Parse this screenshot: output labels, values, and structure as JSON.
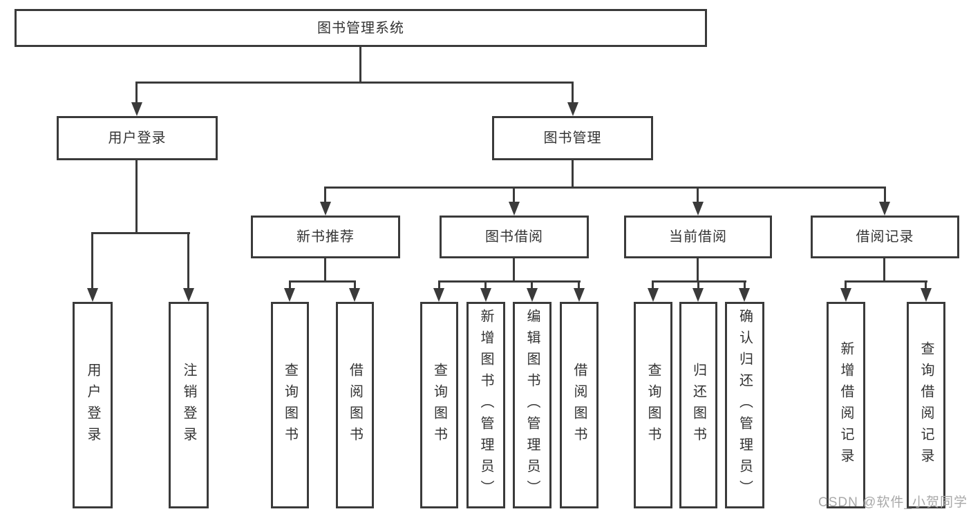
{
  "root": {
    "label": "图书管理系统"
  },
  "branches": [
    {
      "label": "用户登录",
      "children": [
        {
          "label": "用户登录"
        },
        {
          "label": "注销登录"
        }
      ]
    },
    {
      "label": "图书管理",
      "children": [
        {
          "label": "新书推荐",
          "children": [
            {
              "label": "查询图书"
            },
            {
              "label": "借阅图书"
            }
          ]
        },
        {
          "label": "图书借阅",
          "children": [
            {
              "label": "查询图书"
            },
            {
              "label": "新增图书（管理员）"
            },
            {
              "label": "编辑图书（管理员）"
            },
            {
              "label": "借阅图书"
            }
          ]
        },
        {
          "label": "当前借阅",
          "children": [
            {
              "label": "查询图书"
            },
            {
              "label": "归还图书"
            },
            {
              "label": "确认归还（管理员）"
            }
          ]
        },
        {
          "label": "借阅记录",
          "children": [
            {
              "label": "新增借阅记录"
            },
            {
              "label": "查询借阅记录"
            }
          ]
        }
      ]
    }
  ],
  "watermark": {
    "text": "CSDN @软件_小贺同学"
  },
  "colors": {
    "line": "#3a3a3a",
    "text": "#333333",
    "watermark": "#a9a9a9"
  }
}
